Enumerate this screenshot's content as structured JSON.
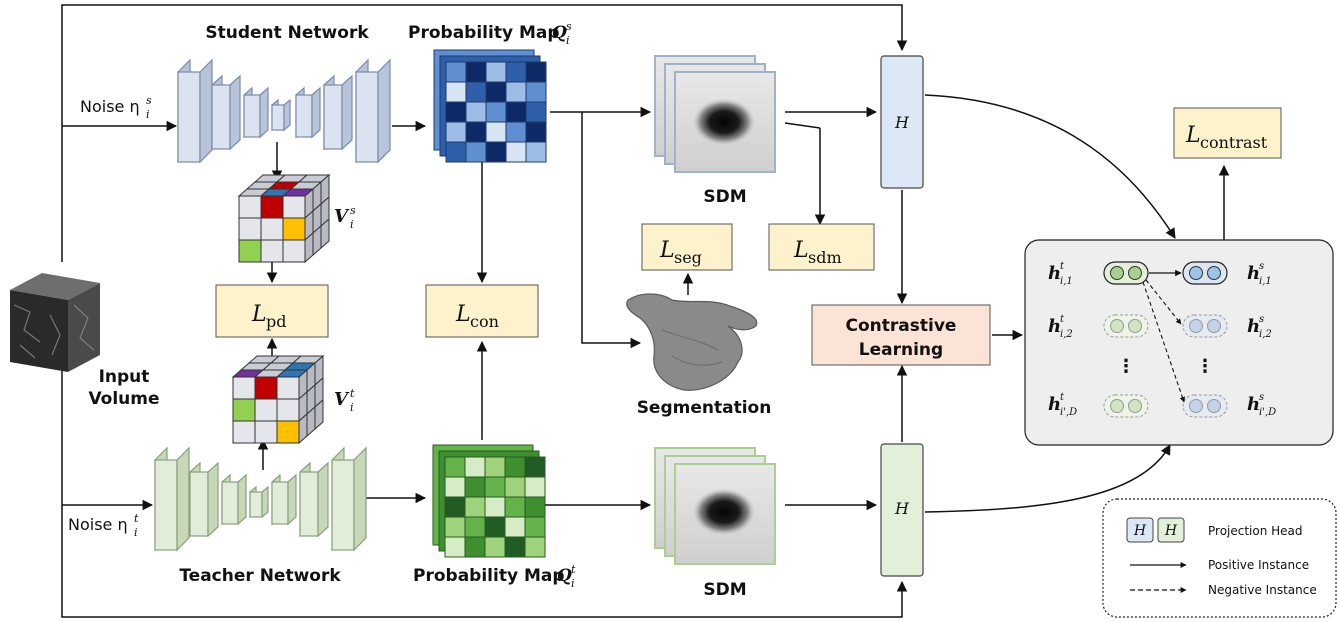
{
  "labels": {
    "student_network": "Student Network",
    "teacher_network": "Teacher Network",
    "prob_map_student": "Probability Map",
    "prob_map_student_sym": "Q",
    "prob_map_student_sup": "s",
    "prob_map_student_sub": "i",
    "prob_map_teacher": "Probability Map",
    "prob_map_teacher_sym": "Q",
    "prob_map_teacher_sup": "t",
    "prob_map_teacher_sub": "i",
    "noise_student": "Noise η",
    "noise_student_sup": "s",
    "noise_student_sub": "i",
    "noise_teacher": "Noise η",
    "noise_teacher_sup": "t",
    "noise_teacher_sub": "i",
    "input_volume_1": "Input",
    "input_volume_2": "Volume",
    "v_student": "V",
    "v_student_sup": "s",
    "v_student_sub": "i",
    "v_teacher": "V",
    "v_teacher_sup": "t",
    "v_teacher_sub": "i",
    "sdm_top": "SDM",
    "sdm_bottom": "SDM",
    "segmentation": "Segmentation",
    "proj_head_sym": "H",
    "contrastive_1": "Contrastive",
    "contrastive_2": "Learning"
  },
  "losses": {
    "pd": {
      "main": "L",
      "sub": "pd"
    },
    "con": {
      "main": "L",
      "sub": "con"
    },
    "seg": {
      "main": "L",
      "sub": "seg"
    },
    "sdm": {
      "main": "L",
      "sub": "sdm"
    },
    "contrast": {
      "main": "L",
      "sub": "contrast"
    }
  },
  "instances": {
    "teacher": [
      {
        "sym": "h",
        "sup": "t",
        "sub": "i,1"
      },
      {
        "sym": "h",
        "sup": "t",
        "sub": "i,2"
      },
      {
        "sym": "h",
        "sup": "t",
        "sub": "i',D"
      }
    ],
    "student": [
      {
        "sym": "h",
        "sup": "s",
        "sub": "i,1"
      },
      {
        "sym": "h",
        "sup": "s",
        "sub": "i,2"
      },
      {
        "sym": "h",
        "sup": "s",
        "sub": "i',D"
      }
    ],
    "ellipsis": "⋮"
  },
  "legend": {
    "head_sym": "H",
    "projection_head": "Projection Head",
    "positive_instance": "Positive Instance",
    "negative_instance": "Negative Instance"
  },
  "colors": {
    "student_net": "#dce3f0",
    "teacher_net": "#e2edd9",
    "loss_box": "#fdf2cc",
    "contrastive_box": "#fbe3d6",
    "student_head": "#dce8f5",
    "teacher_head": "#e2f0d9",
    "panel": "#eeeeee",
    "cube_red": "#c00000",
    "cube_yellow": "#ffc000",
    "cube_green": "#92d050",
    "cube_blue": "#2e75b6",
    "cube_purple": "#7030a0"
  }
}
